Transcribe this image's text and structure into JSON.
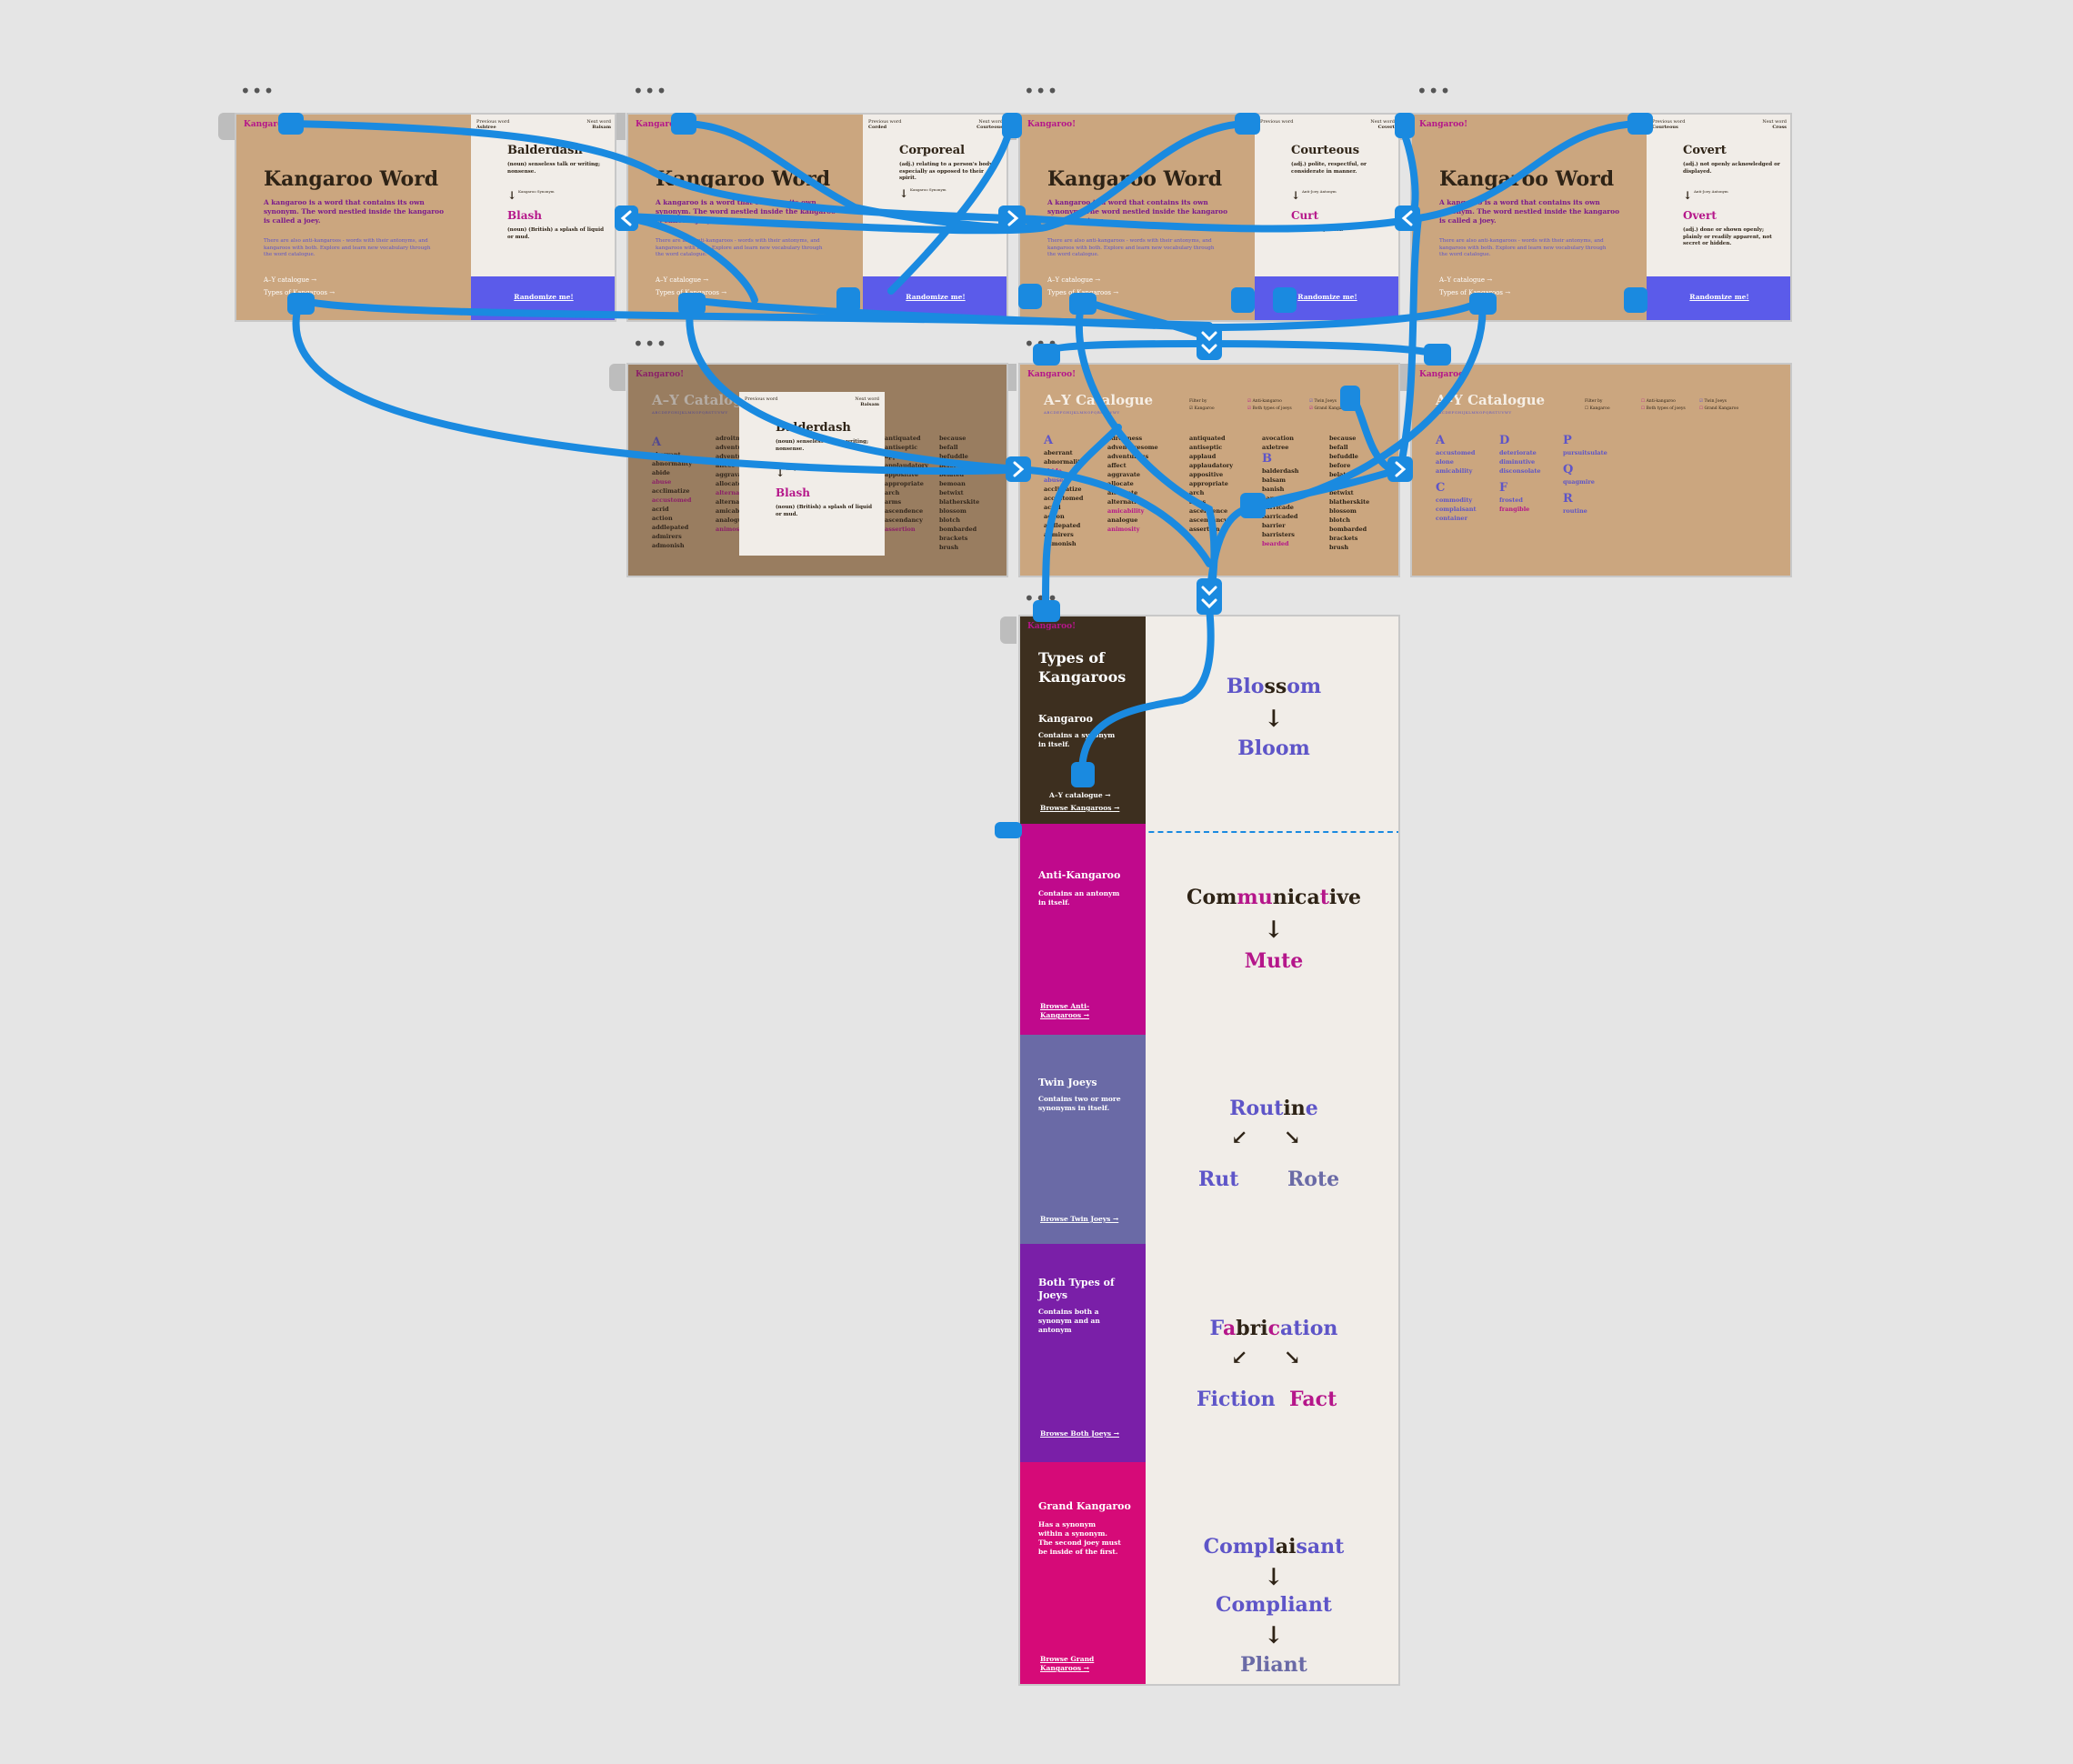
{
  "canvas": {
    "frame_menu": "•••",
    "wire_color": "#1a8ae0"
  },
  "brand": {
    "logo": "Kangaroo!",
    "pink": "#b5168a",
    "purple": "#5e55c8",
    "tan": "#cba67f",
    "cream": "#f1ede8",
    "button": "#5b5bea"
  },
  "home": {
    "title": "Kangaroo Word",
    "p1": "A kangaroo is a word that contains its own synonym. The word nestled inside the kangaroo is called a joey.",
    "p2": "There are also anti-kangaroos - words with their antonyms, and kangaroos with both. Explore and learn new vocabulary through the word catalogue.",
    "link_catalogue": "A–Y catalogue →",
    "link_types": "Types of Kangaroos →",
    "randomize": "Randomize me!",
    "prev_caption": "Previous word",
    "next_caption": "Next word"
  },
  "cards": [
    {
      "prev": "Ashtree",
      "next": "Balsam",
      "word": "Balderdash",
      "def": "(noun) senseless talk or writing; nonsense.",
      "legend": "Kangaroo Synonym",
      "joey": "Blash",
      "joey_def": "(noun) (British) a splash of liquid or mud."
    },
    {
      "prev": "Corded",
      "next": "Courteous",
      "word": "Corporeal",
      "def": "(adj.) relating to a person's body, especially as opposed to their spirit.",
      "legend": "Kangaroo Synonym",
      "joey": "",
      "joey_def": ""
    },
    {
      "prev": "",
      "next": "Covert",
      "word": "Courteous",
      "def": "(adj.) polite, respectful, or considerate in manner.",
      "legend": "Anti-Joey Antonym",
      "joey": "Curt",
      "joey_def": "(adj.) rudely brief."
    },
    {
      "prev": "Courteous",
      "next": "Cross",
      "word": "Covert",
      "def": "(adj.) not openly acknowledged or displayed.",
      "legend": "Anti-Joey Antonym",
      "joey": "Overt",
      "joey_def": "(adj.) done or shown openly; plainly or readily apparent, not secret or hidden."
    }
  ],
  "catalogue": {
    "title": "A–Y Catalogue",
    "alphabet": "ABCDEFGHIJKLMNOPQRSTUVWY",
    "filter_by": "Filter by",
    "filters": [
      "Kangaroo",
      "Anti-kangaroo",
      "Both types of joeys",
      "Twin Joeys",
      "Grand Kangaroo"
    ],
    "columns": [
      {
        "letter": "A",
        "words": [
          "aberrant",
          "abnormality",
          "abide",
          "abuse",
          "acclimatize",
          "accustomed",
          "acrid",
          "action",
          "addlepated",
          "admirers",
          "admonish"
        ]
      },
      {
        "letter": "",
        "words": [
          "adroitness",
          "adventuresome",
          "adventurous",
          "affect",
          "aggravate",
          "allocate",
          "alternate",
          "alternative",
          "amicability",
          "analogue",
          "animosity"
        ]
      },
      {
        "letter": "",
        "words": [
          "antiquated",
          "antiseptic",
          "applaud",
          "applaudatory",
          "appositive",
          "appropriate",
          "arch",
          "arms",
          "ascendence",
          "ascendancy",
          "assertion"
        ]
      },
      {
        "letter": "",
        "words": [
          "avocation",
          "axletree",
          "B",
          "balderdash",
          "balsam",
          "banish",
          "barren",
          "barricade",
          "barricaded",
          "barrier",
          "barristers",
          "bearded"
        ]
      },
      {
        "letter": "",
        "words": [
          "because",
          "befall",
          "befuddle",
          "before",
          "belated",
          "bemoan",
          "betwixt",
          "blatherskite",
          "blossom",
          "blotch",
          "bombarded",
          "brackets",
          "brush"
        ]
      }
    ],
    "filtered": {
      "A": [
        "accustomed",
        "alone",
        "amicability"
      ],
      "C": [
        "commodity",
        "complaisant",
        "container"
      ],
      "D": [
        "deteriorate",
        "diminutive",
        "disconsolate"
      ],
      "F": [
        "frosted",
        "frangible"
      ],
      "P": [
        "pursuitsulate"
      ],
      "Q": [
        "quagmire"
      ],
      "R": [
        "routine"
      ]
    }
  },
  "popup": {
    "word": "Balderdash",
    "def": "(noun) senseless talk or writing; nonsense.",
    "legend": "Kangaroo Synonym",
    "joey": "Blash",
    "joey_def": "(noun) (British) a splash of liquid or mud.",
    "prev": "Previous word",
    "next": "Balsam"
  },
  "types": {
    "title": "Types of Kangaroos",
    "sections": [
      {
        "label": "Kangaroo",
        "desc": "Contains a synonym in itself.",
        "link1": "A–Y catalogue →",
        "link2": "Browse Kangaroos →",
        "example": [
          "Blo",
          "ss",
          "om"
        ],
        "arrow": "↓",
        "joey": "Bloom"
      },
      {
        "label": "Anti-Kangaroo",
        "desc": "Contains an antonym in itself.",
        "link": "Browse Anti-Kangaroos →",
        "example": [
          "Com",
          "mu",
          "nica",
          "t",
          "ive"
        ],
        "arrow": "↓",
        "joey": "Mute"
      },
      {
        "label": "Twin Joeys",
        "desc": "Contains two or more synonyms in itself.",
        "link": "Browse Twin Joeys →",
        "example": [
          "Rout",
          "in",
          "e"
        ],
        "arrows": [
          "↙",
          "↘"
        ],
        "joeys": [
          "Rut",
          "Rote"
        ]
      },
      {
        "label": "Both Types of Joeys",
        "desc": "Contains both a synonym and an antonym",
        "link": "Browse Both Joeys →",
        "example": [
          "F",
          "a",
          "bri",
          "c",
          "ation"
        ],
        "arrows": [
          "↙",
          "↘"
        ],
        "joeys": [
          "Fiction",
          "Fact"
        ]
      },
      {
        "label": "Grand Kangaroo",
        "desc": "Has a synonym within a synonym. The second joey must be inside of the first.",
        "link": "Browse Grand Kangaroos →",
        "example": [
          "Compl",
          "ai",
          "sant"
        ],
        "arrow": "↓",
        "joey": "Compliant",
        "arrow2": "↓",
        "joey2": "Pliant"
      }
    ]
  }
}
